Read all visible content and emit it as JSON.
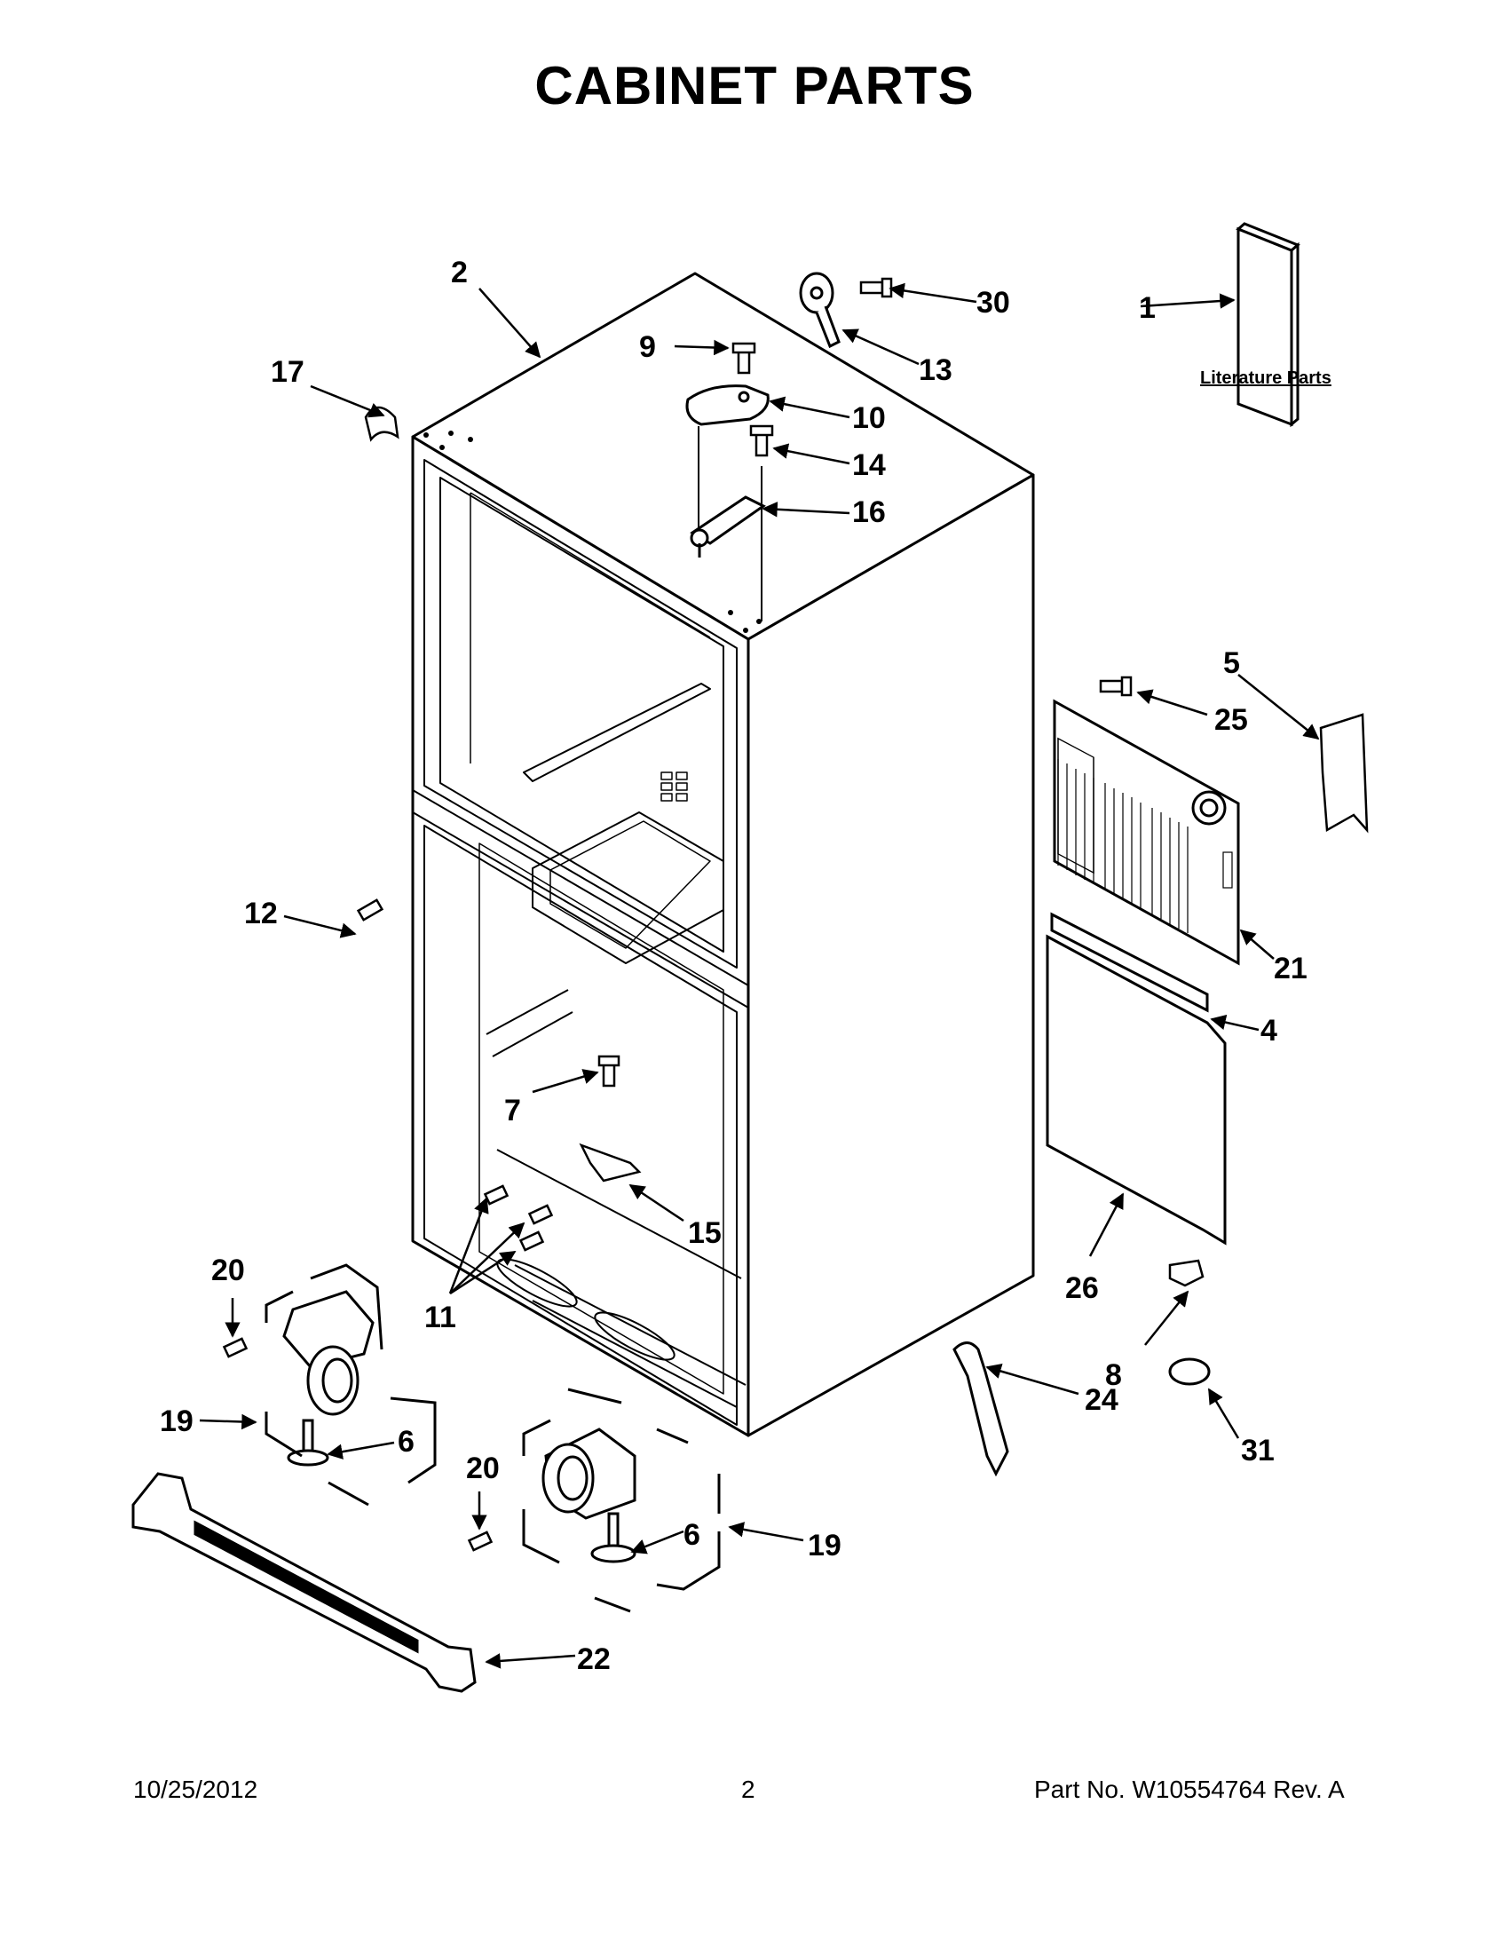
{
  "title": "CABINET PARTS",
  "literature_label": "Literature Parts",
  "callouts": {
    "c1": "1",
    "c2": "2",
    "c4": "4",
    "c5": "5",
    "c6a": "6",
    "c6b": "6",
    "c7": "7",
    "c8": "8",
    "c9": "9",
    "c10": "10",
    "c11": "11",
    "c12": "12",
    "c13": "13",
    "c14": "14",
    "c15": "15",
    "c16": "16",
    "c17": "17",
    "c19a": "19",
    "c19b": "19",
    "c20a": "20",
    "c20b": "20",
    "c21": "21",
    "c22": "22",
    "c24": "24",
    "c25": "25",
    "c26": "26",
    "c30": "30",
    "c31": "31"
  },
  "footer": {
    "date": "10/25/2012",
    "page": "2",
    "part": "Part No.  W10554764  Rev.  A"
  },
  "colors": {
    "ink": "#000000",
    "paper": "#ffffff"
  }
}
